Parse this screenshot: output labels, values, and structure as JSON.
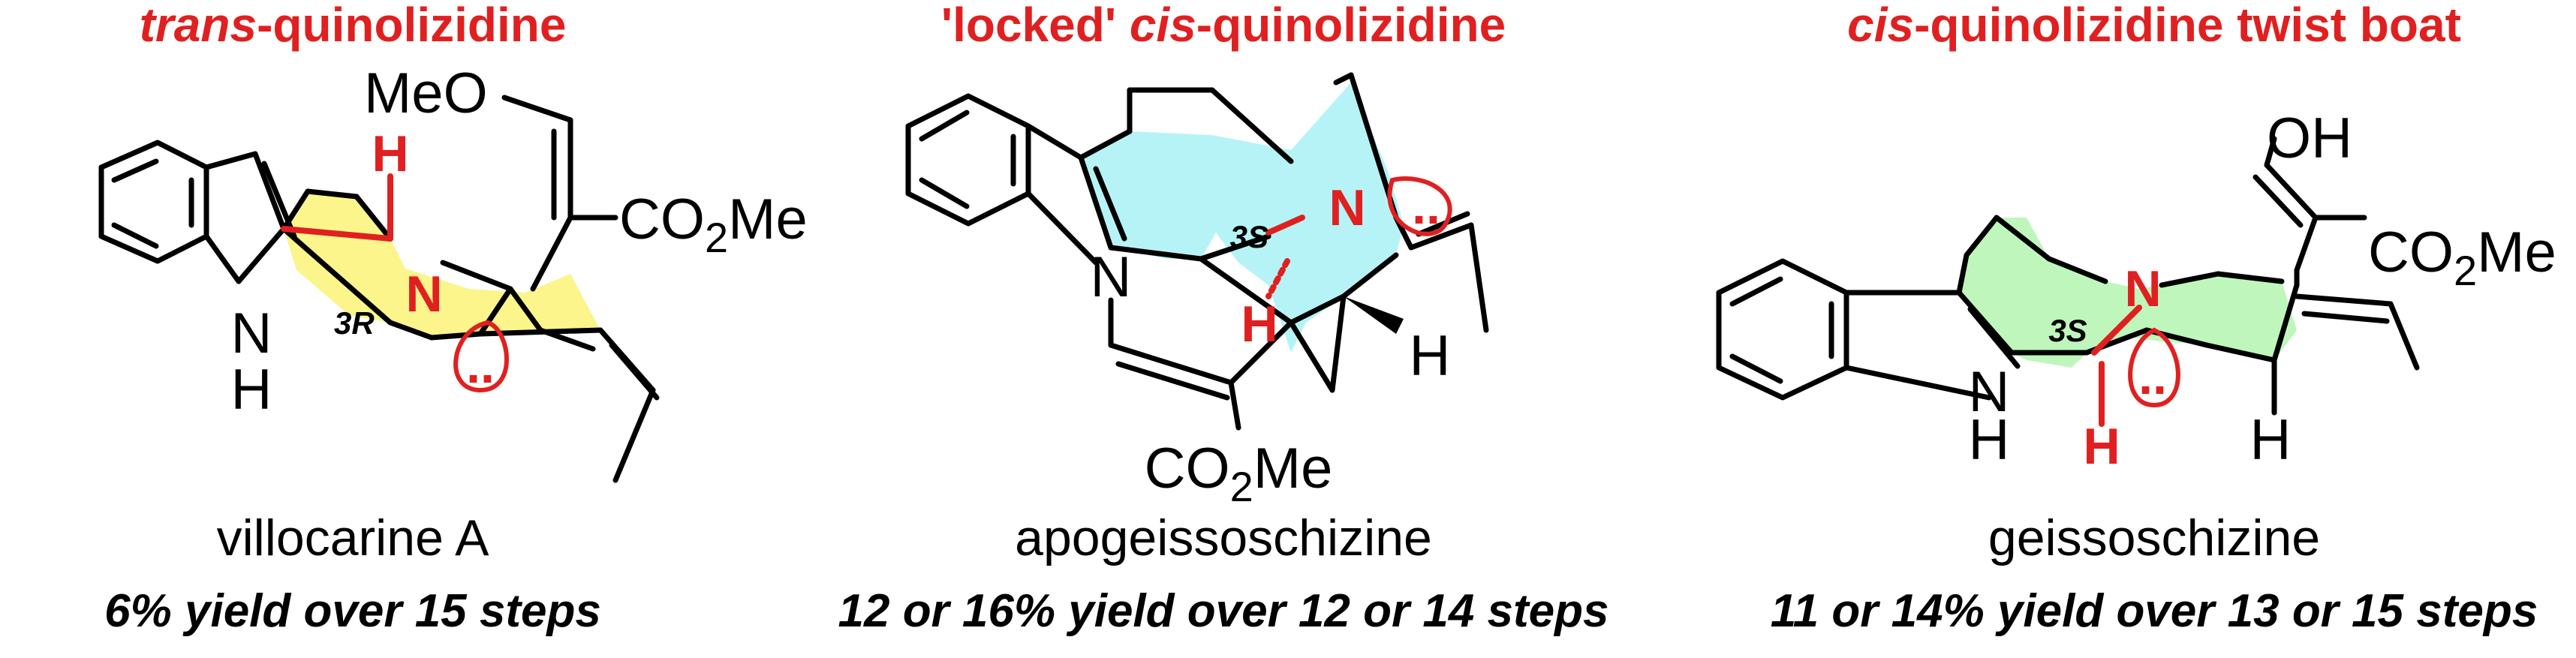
{
  "panels": [
    {
      "title_italic": "trans",
      "title_rest": "-quinolizidine",
      "compound": "villocarine A",
      "yield": "6% yield over 15 steps",
      "shade_color": "#fbf58c",
      "atoms": {
        "n_ring": "N",
        "n_indole": "N",
        "h_indole": "H",
        "h_red": "H",
        "methoxy": "MeO",
        "ester_co": "CO",
        "ester_sub": "2",
        "ester_me": "Me",
        "stereo_num": "3",
        "stereo_letter": "R",
        "lone_pair": ".."
      }
    },
    {
      "title_plain": "'locked' ",
      "title_italic": "cis",
      "title_rest": "-quinolizidine",
      "compound": "apogeissoschizine",
      "yield": "12 or 16% yield over 12 or 14 steps",
      "shade_color": "#b6f3f6",
      "atoms": {
        "n_ring": "N",
        "n_indole": "N",
        "h_red": "H",
        "h_bridge": "H",
        "ester_co": "CO",
        "ester_sub": "2",
        "ester_me": "Me",
        "stereo_num": "3",
        "stereo_letter": "S",
        "lone_pair": ".."
      }
    },
    {
      "title_italic": "cis",
      "title_rest": "-quinolizidine twist boat",
      "compound": "geissoschizine",
      "yield": "11 or 14% yield over 13 or 15 steps",
      "shade_color": "#bff6bc",
      "atoms": {
        "n_ring": "N",
        "n_indole": "N",
        "h_indole": "H",
        "h_red": "H",
        "h_ring": "H",
        "hydroxy": "OH",
        "ester_co": "CO",
        "ester_sub": "2",
        "ester_me": "Me",
        "stereo_num": "3",
        "stereo_letter": "S",
        "lone_pair": ".."
      }
    }
  ],
  "colors": {
    "accent": "#e02020",
    "bond": "#000000"
  }
}
